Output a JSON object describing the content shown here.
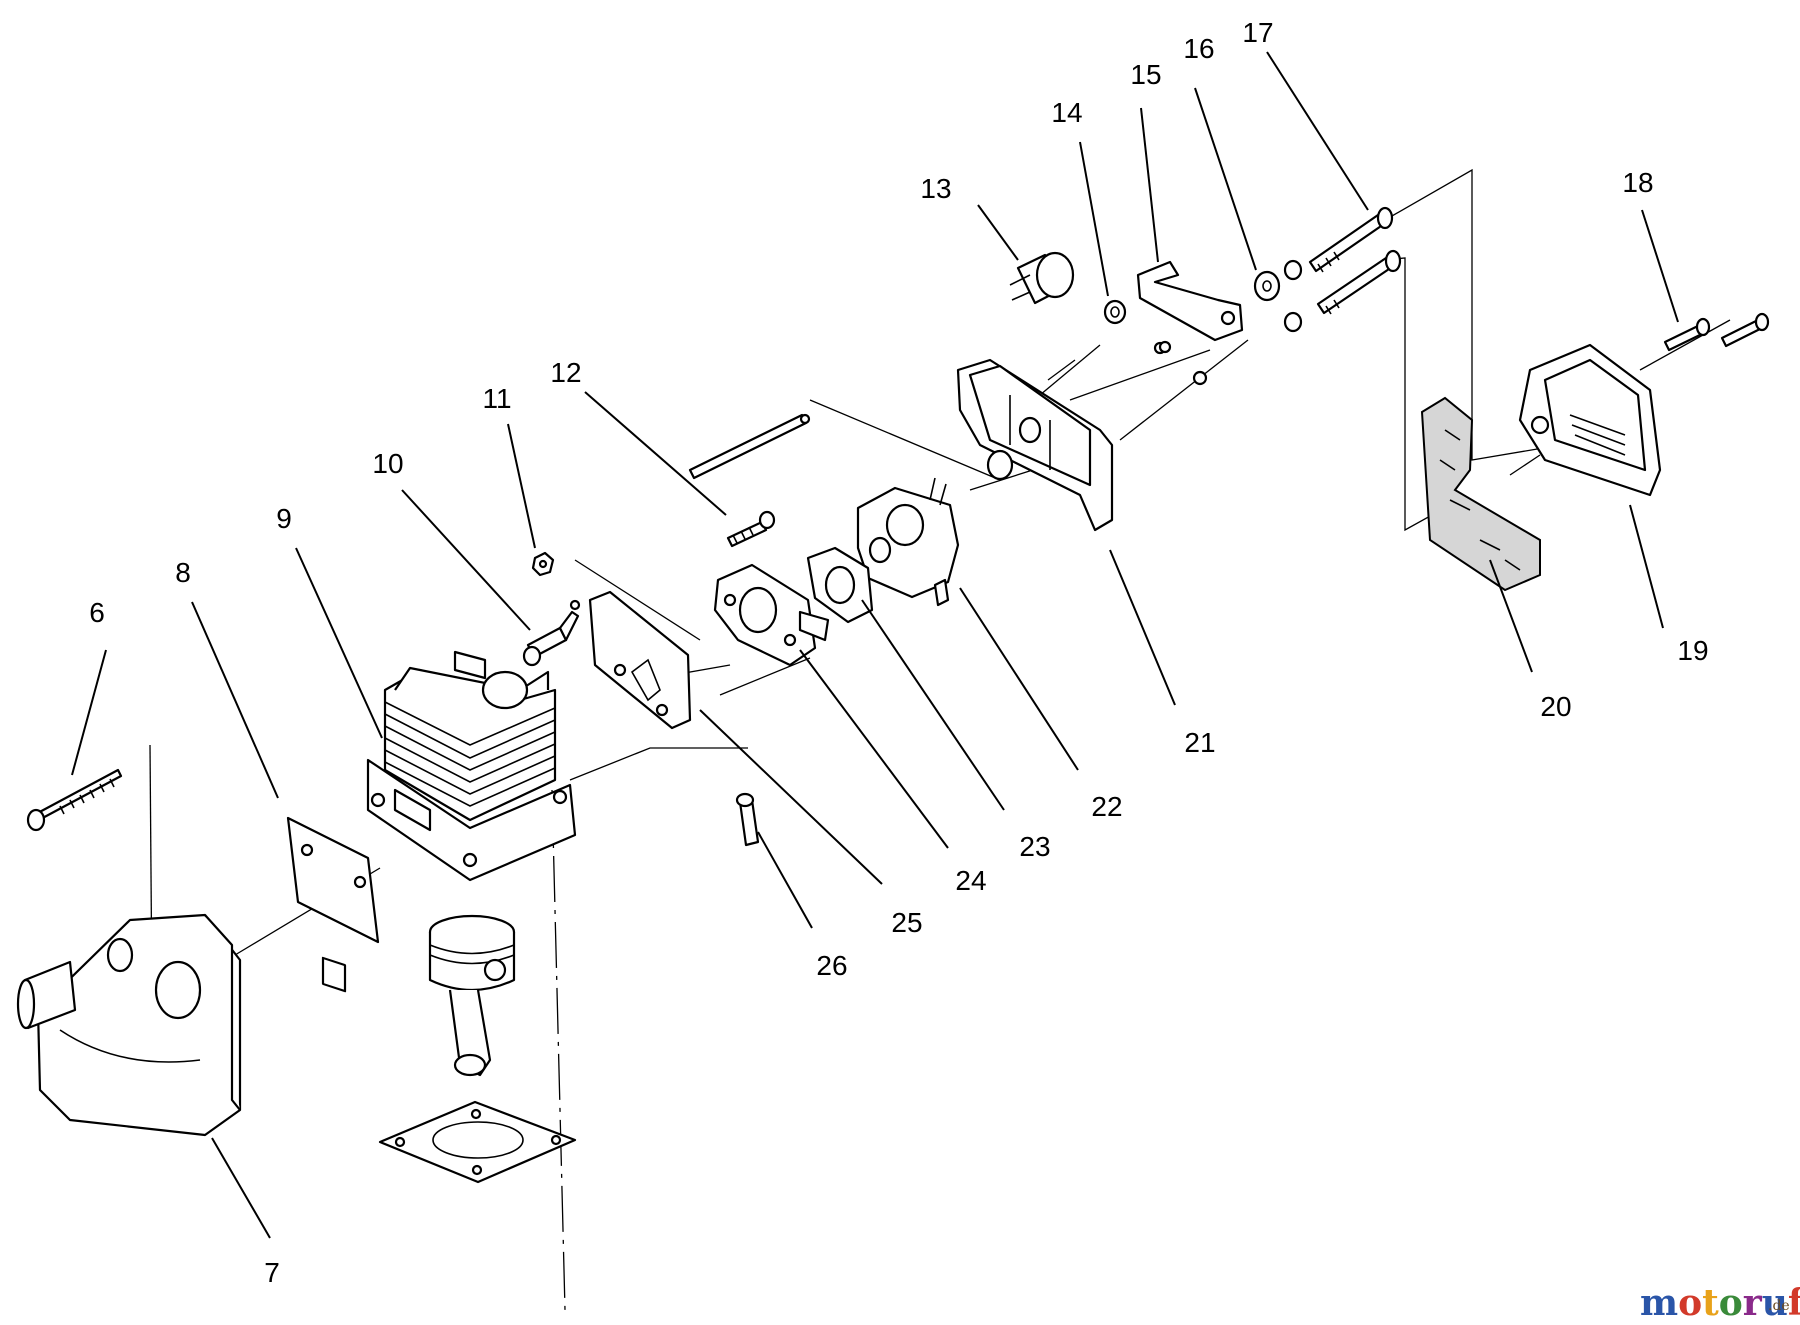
{
  "callouts": {
    "c6": "6",
    "c7": "7",
    "c8": "8",
    "c9": "9",
    "c10": "10",
    "c11": "11",
    "c12": "12",
    "c13": "13",
    "c14": "14",
    "c15": "15",
    "c16": "16",
    "c17": "17",
    "c18": "18",
    "c19": "19",
    "c20": "20",
    "c21": "21",
    "c22": "22",
    "c23": "23",
    "c24": "24",
    "c25": "25",
    "c26": "26"
  },
  "watermark": {
    "brand": "motoruf",
    "tld": ".de",
    "colors": [
      "#2a55a8",
      "#d23a2a",
      "#e8a21a",
      "#3a8a3a",
      "#8a2a8a",
      "#2a55a8",
      "#d23a2a"
    ]
  }
}
